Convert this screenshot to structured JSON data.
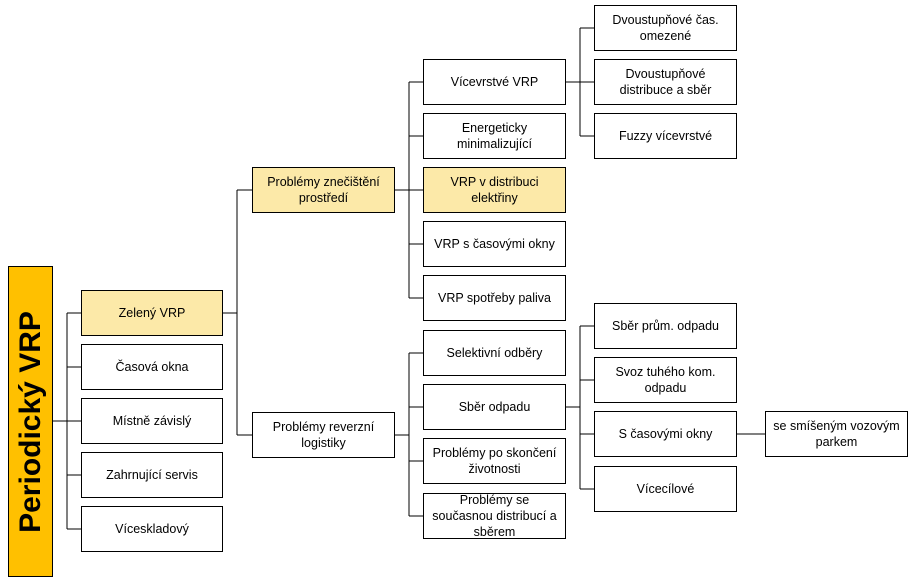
{
  "root": {
    "label": "Periodický VRP",
    "fill": "#ffc000"
  },
  "highlight_fill": "#fce9a8",
  "level1": [
    "Zelený VRP",
    "Časová okna",
    "Místně závislý",
    "Zahrnující servis",
    "Víceskladový"
  ],
  "level2": {
    "znecisteni": "Problémy znečištění prostředí",
    "reverzni": "Problémy reverzní logistiky"
  },
  "level3_znecisteni": [
    "Vícevrstvé VRP",
    "Energeticky minimalizující",
    "VRP v distribuci elektřiny",
    "VRP s časovými okny",
    "VRP spotřeby paliva"
  ],
  "level3_reverzni": [
    "Selektivní odběry",
    "Sběr odpadu",
    "Problémy po skončení životnosti",
    "Problémy se současnou distribucí a sběrem"
  ],
  "level4_vicevrstve": [
    "Dvoustupňové čas. omezené",
    "Dvoustupňové distribuce a sběr",
    "Fuzzy vícevrstvé"
  ],
  "level4_odpad": [
    "Sběr prům. odpadu",
    "Svoz tuhého kom. odpadu",
    "S časovými okny",
    "Vícecílové"
  ],
  "level5_casova_okna": "se smíšeným vozovým parkem"
}
